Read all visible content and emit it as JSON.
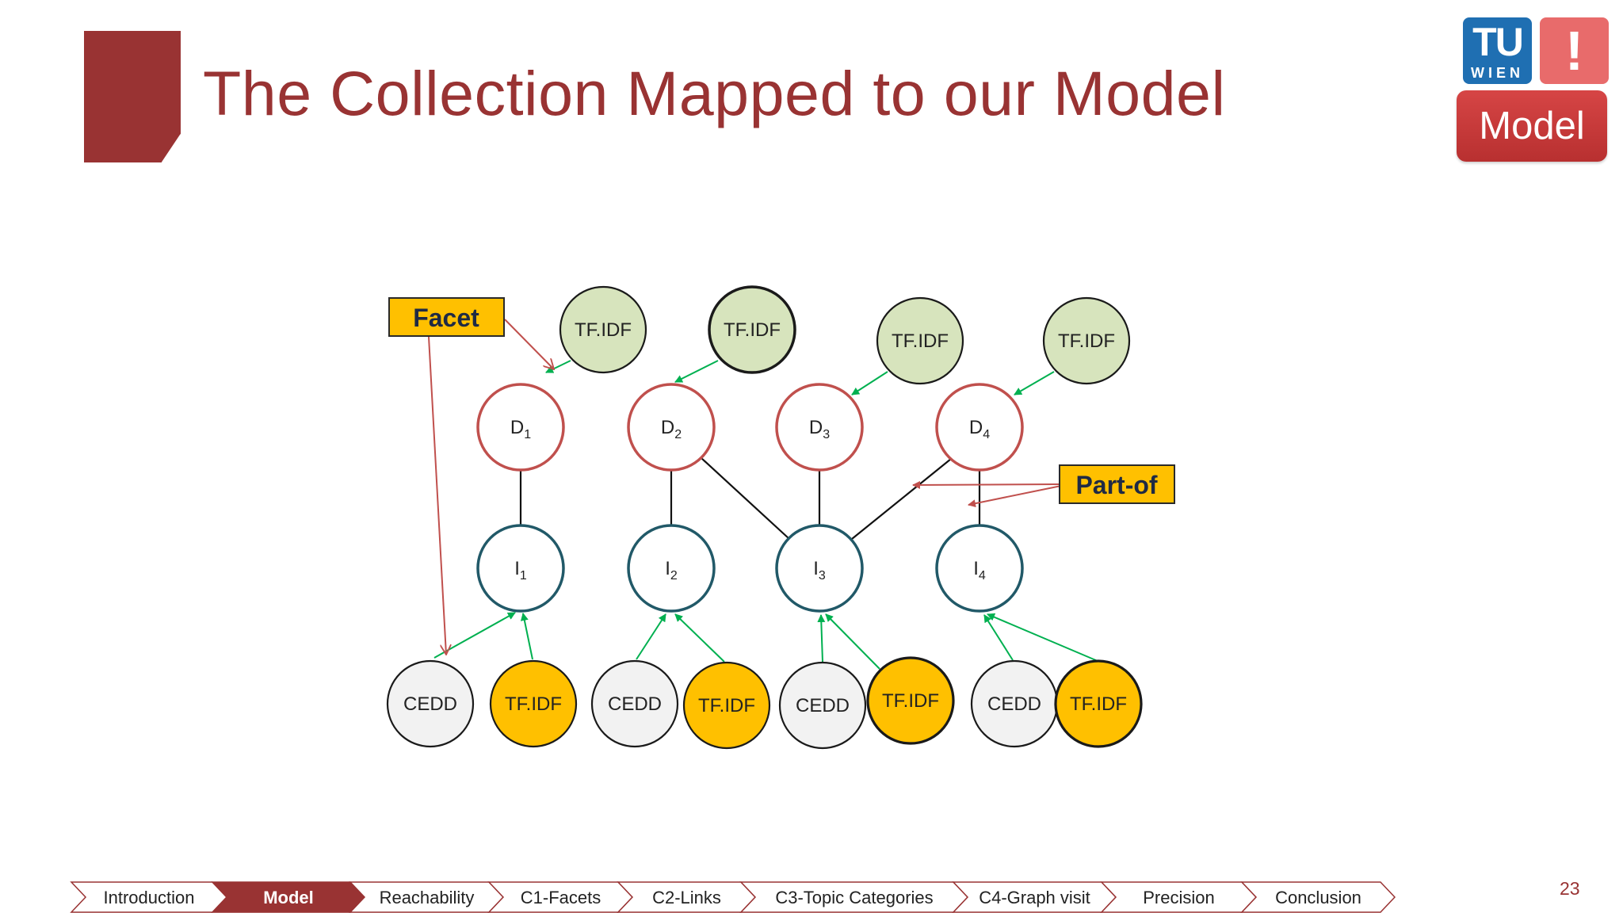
{
  "slide": {
    "title": "The Collection Mapped to our Model",
    "section_badge": "Model",
    "number": "23"
  },
  "logo": {
    "tu_top": "TU",
    "tu_bottom": "WIEN",
    "mark": "!"
  },
  "colors": {
    "title": "#993333",
    "document_stroke": "#c0504d",
    "image_stroke": "#215968",
    "tfidf_text_fill": "#d7e4bd",
    "tfidf_image_fill": "#ffc000",
    "cedd_fill": "#f2f2f2",
    "callout_fill": "#ffc000",
    "facet_arrow": "#c0504d",
    "edge_arrow": "#00b050"
  },
  "diagram": {
    "callouts": {
      "facet": "Facet",
      "part_of": "Part-of"
    },
    "documents": [
      {
        "base": "D",
        "sub": "1"
      },
      {
        "base": "D",
        "sub": "2"
      },
      {
        "base": "D",
        "sub": "3"
      },
      {
        "base": "D",
        "sub": "4"
      }
    ],
    "images": [
      {
        "base": "I",
        "sub": "1"
      },
      {
        "base": "I",
        "sub": "2"
      },
      {
        "base": "I",
        "sub": "3"
      },
      {
        "base": "I",
        "sub": "4"
      }
    ],
    "text_facets": [
      "TF.IDF",
      "TF.IDF",
      "TF.IDF",
      "TF.IDF"
    ],
    "image_facets": [
      {
        "cedd": "CEDD",
        "tfidf": "TF.IDF"
      },
      {
        "cedd": "CEDD",
        "tfidf": "TF.IDF"
      },
      {
        "cedd": "CEDD",
        "tfidf": "TF.IDF"
      },
      {
        "cedd": "CEDD",
        "tfidf": "TF.IDF"
      }
    ]
  },
  "nav": {
    "items": [
      {
        "label": "Introduction",
        "active": false
      },
      {
        "label": "Model",
        "active": true
      },
      {
        "label": "Reachability",
        "active": false
      },
      {
        "label": "C1-Facets",
        "active": false
      },
      {
        "label": "C2-Links",
        "active": false
      },
      {
        "label": "C3-Topic Categories",
        "active": false
      },
      {
        "label": "C4-Graph visit",
        "active": false
      },
      {
        "label": "Precision",
        "active": false
      },
      {
        "label": "Conclusion",
        "active": false
      }
    ]
  }
}
